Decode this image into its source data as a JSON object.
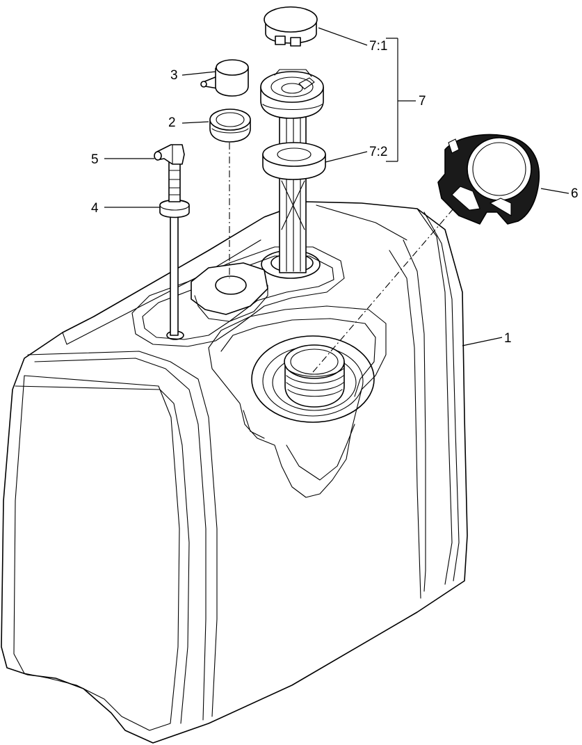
{
  "callouts": [
    {
      "id": "1",
      "text": "1"
    },
    {
      "id": "2",
      "text": "2"
    },
    {
      "id": "3",
      "text": "3"
    },
    {
      "id": "4",
      "text": "4"
    },
    {
      "id": "5",
      "text": "5"
    },
    {
      "id": "6",
      "text": "6"
    },
    {
      "id": "7",
      "text": "7"
    },
    {
      "id": "7_1",
      "text": "7:1"
    },
    {
      "id": "7_2",
      "text": "7:2"
    }
  ],
  "colors": {
    "line": "#000000",
    "background": "#ffffff",
    "cap_dark": "#1a1a1a"
  }
}
